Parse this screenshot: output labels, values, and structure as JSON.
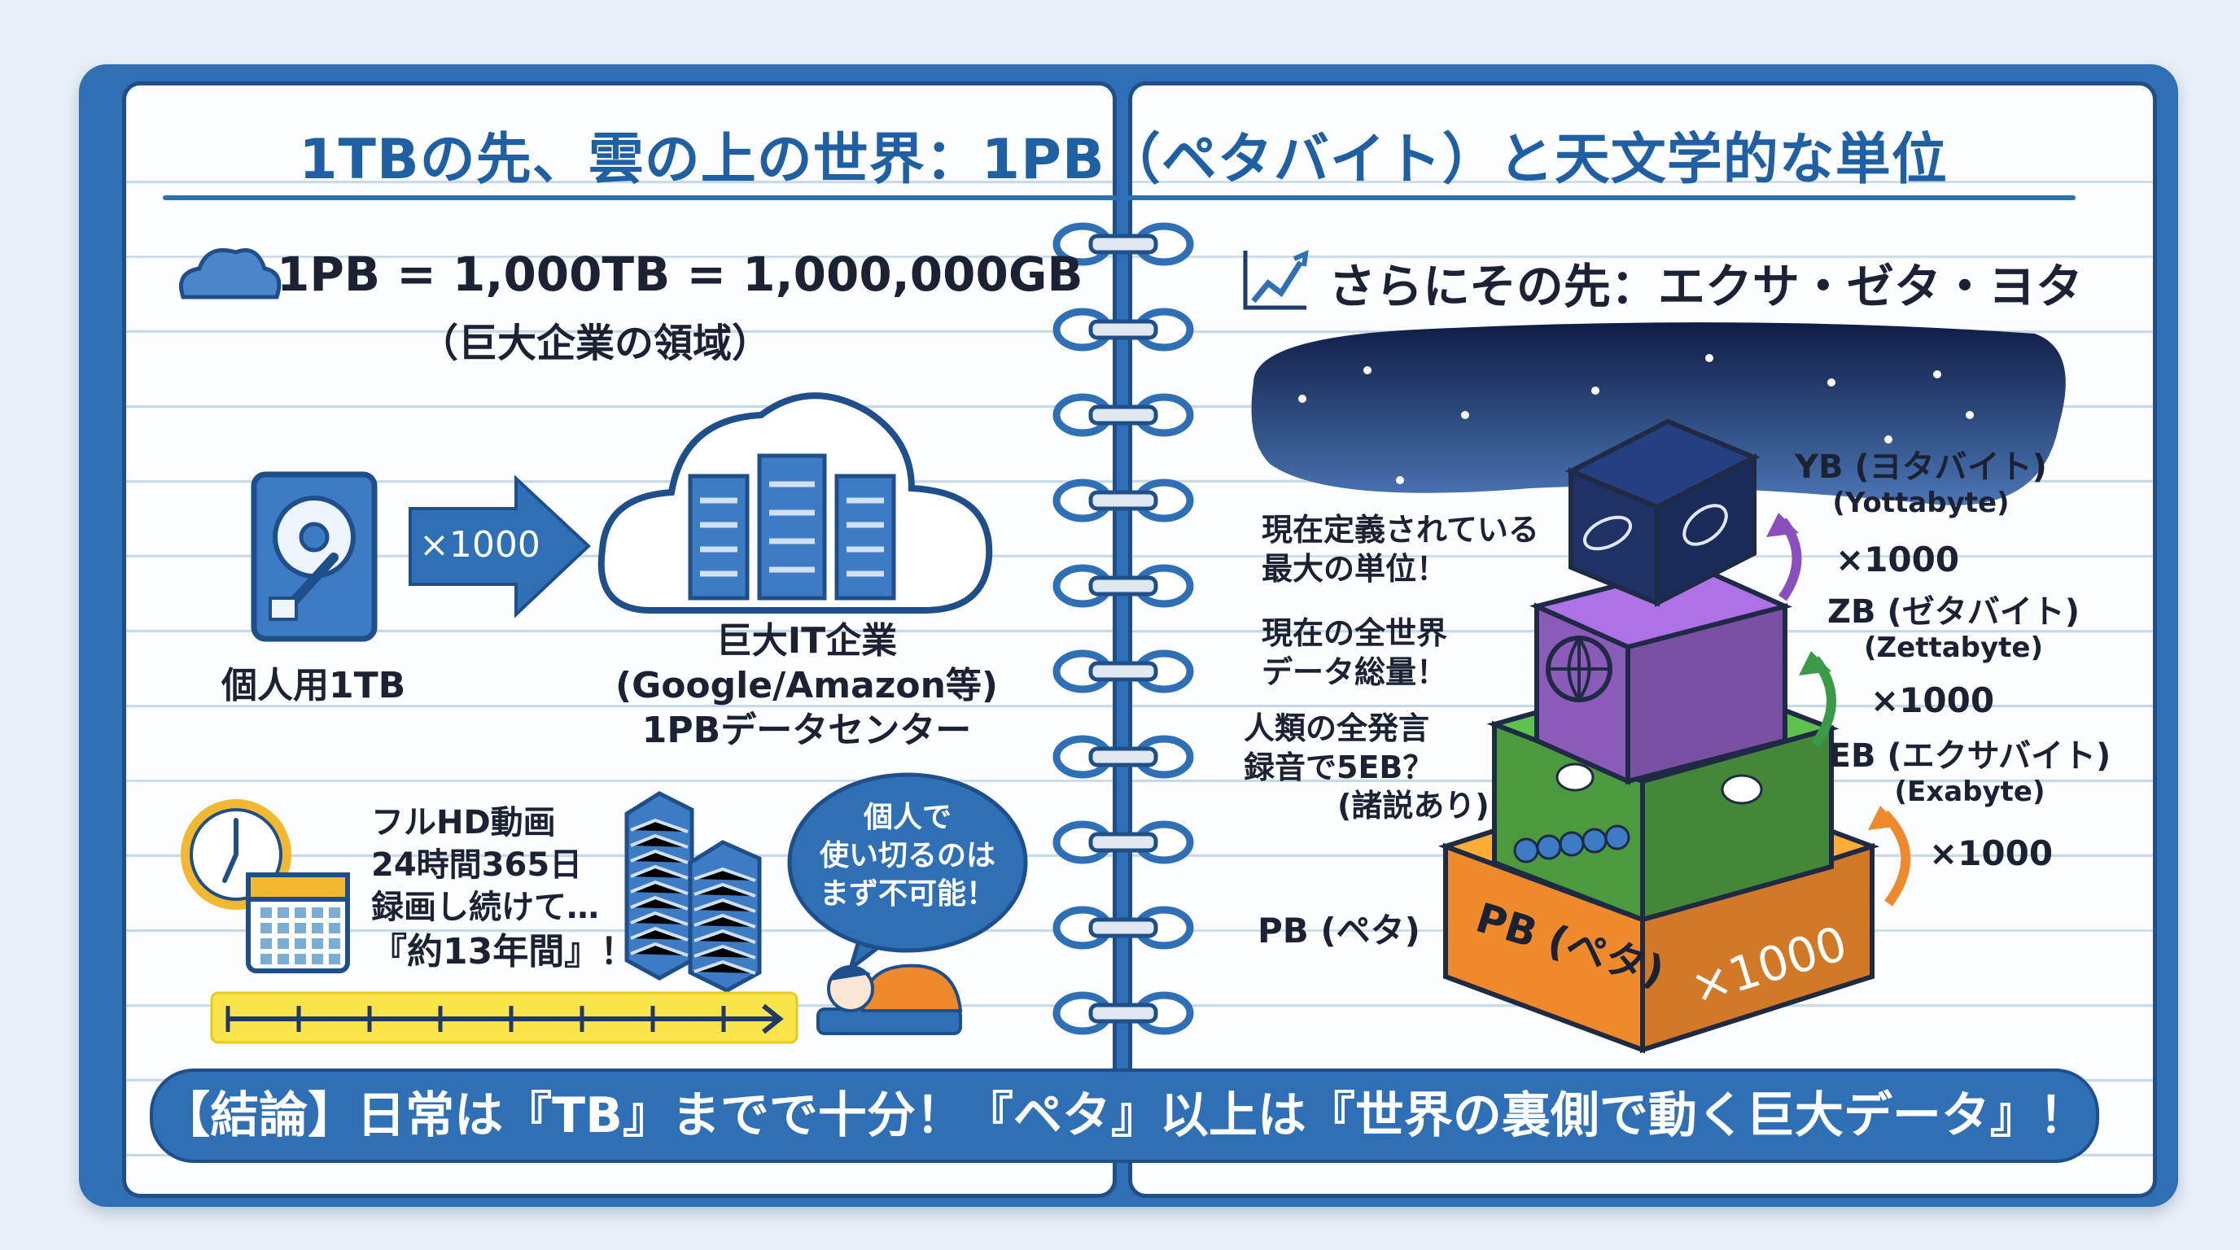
{
  "title": "1TBの先、雲の上の世界：1PB（ペタバイト）と天文学的な単位",
  "left": {
    "heading": "1PB = 1,000TB = 1,000,000GB",
    "subheading": "（巨大企業の領域）",
    "multiplier": "×1000",
    "personal_label": "個人用1TB",
    "datacenter_label": [
      "巨大IT企業",
      "(Google/Amazon等)",
      "1PBデータセンター"
    ],
    "video_text": [
      "フルHD動画",
      "24時間365日",
      "録画し続けて…",
      "『約13年間』！"
    ],
    "bubble_text": [
      "個人で",
      "使い切るのは",
      "まず不可能！"
    ]
  },
  "right": {
    "heading": "さらにその先：エクサ・ゼタ・ヨタ",
    "notes": {
      "yb": [
        "現在定義されている",
        "最大の単位！"
      ],
      "zb": [
        "現在の全世界",
        "データ総量！"
      ],
      "eb": [
        "人類の全発言",
        "録音で5EB？",
        "(諸説あり)"
      ],
      "pb": "PB (ペタ)"
    },
    "units": [
      {
        "name": "YB (ヨタバイト)",
        "en": "(Yottabyte)"
      },
      {
        "name": "ZB (ゼタバイト)",
        "en": "(Zettabyte)"
      },
      {
        "name": "EB (エクサバイト)",
        "en": "(Exabyte)"
      }
    ],
    "steps": [
      "×1000",
      "×1000",
      "×1000"
    ],
    "pb_box_label": "PB (ペタ)",
    "pb_box_multiplier": "×1000",
    "colors": {
      "yb": "#1e3266",
      "zb": "#8a5bb8",
      "eb": "#4c9a3e",
      "pb": "#ef8a2c"
    }
  },
  "conclusion": "【結論】日常は『TB』までで十分！『ペタ』以上は『世界の裏側で動く巨大データ』！"
}
